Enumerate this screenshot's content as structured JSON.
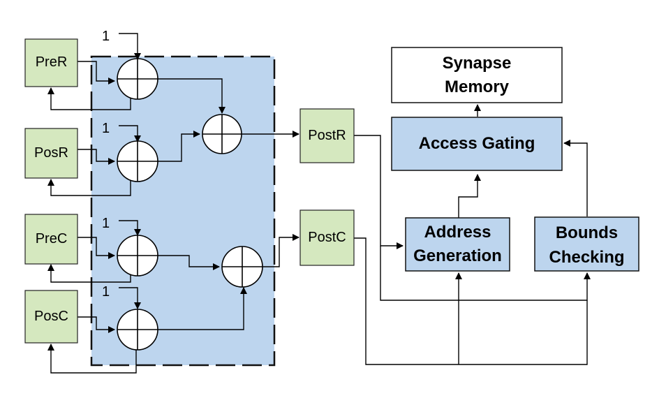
{
  "nodes": {
    "pre_r": "PreR",
    "pos_r": "PosR",
    "pre_c": "PreC",
    "pos_c": "PosC",
    "post_r": "PostR",
    "post_c": "PostC",
    "synapse_memory": [
      "Synapse",
      "Memory"
    ],
    "access_gating": "Access Gating",
    "address_generation": [
      "Address",
      "Generation"
    ],
    "bounds_checking": [
      "Bounds",
      "Checking"
    ]
  },
  "increment_labels": [
    "1",
    "1",
    "1",
    "1"
  ]
}
